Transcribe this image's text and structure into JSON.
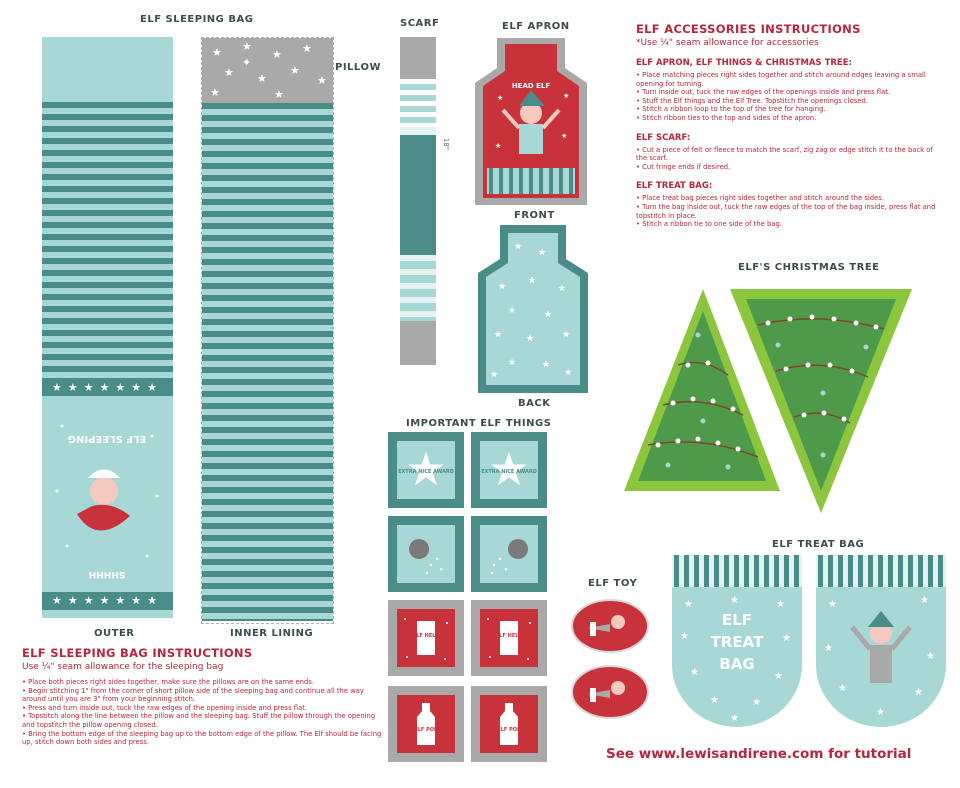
{
  "labels": {
    "sleeping_bag": "ELF SLEEPING BAG",
    "pillow": "PILLOW",
    "outer": "OUTER",
    "inner_lining": "INNER LINING",
    "scarf": "SCARF",
    "scarf_size": "18\"",
    "elf_apron": "ELF APRON",
    "front": "FRONT",
    "back": "BACK",
    "important_things": "IMPORTANT ELF THINGS",
    "christmas_tree": "ELF'S CHRISTMAS TREE",
    "treat_bag": "ELF TREAT BAG",
    "elf_toy": "ELF TOY"
  },
  "artwork_text": {
    "head_elf": "HEAD ELF",
    "elf_sleeping": "ELF SLEEPING",
    "shhh": "SHHHH",
    "award": "EXTRA NICE AWARD",
    "elf_help": "ELF HELP",
    "elf_pop": "ELF POP",
    "treat_line1": "ELF",
    "treat_line2": "TREAT",
    "treat_line3": "BAG"
  },
  "sleeping_instructions": {
    "title": "ELF SLEEPING BAG INSTRUCTIONS",
    "subtitle": "Use ¼\" seam allowance for the sleeping bag",
    "steps": [
      "Place both pieces right sides together, make sure the pillows are on the same ends.",
      "Begin stitching 1\" from the corner of short pillow side of the sleeping bag and continue all the way around until you are 3\" from your beginning stitch.",
      "Press and turn inside out, tuck the raw edges of the opening inside and press flat.",
      "Topstitch along the line between the pillow and the sleeping bag. Stuff the pillow through the opening and topstitch the pillow opening closed.",
      "Bring the bottom edge of the sleeping bag up to the bottom edge of the pillow. The Elf should be facing up, stitch down both sides and press."
    ]
  },
  "accessories_instructions": {
    "title": "ELF ACCESSORIES INSTRUCTIONS",
    "subtitle": "*Use ¼\" seam allowance for accessories",
    "sections": [
      {
        "heading": "ELF APRON, ELF THINGS & CHRISTMAS TREE:",
        "steps": [
          "Place matching pieces right sides together and stitch around edges leaving a small opening for turning.",
          "Turn inside out, tuck the raw edges of the openings inside and press flat.",
          "Stuff the Elf things and the Elf Tree. Topstitch the openings closed.",
          "Stitch a ribbon loop to the top of the tree for hanging.",
          "Stitch ribbon ties to the top and sides of the apron."
        ]
      },
      {
        "heading": "ELF SCARF:",
        "steps": [
          "Cut a piece of felt or fleece to match the scarf, zig zag or edge stitch it to the back of the scarf.",
          "Cut fringe ends if desired."
        ]
      },
      {
        "heading": "ELF TREAT BAG:",
        "steps": [
          "Place treat bag pieces right sides together and stitch around the sides.",
          "Turn the bag inside out, tuck the raw edges of the top of the bag inside, press flat and topstitch in place.",
          "Stitch a ribbon tie to one side of the bag."
        ]
      }
    ]
  },
  "footer": {
    "tutorial": "See www.lewisandirene.com for tutorial"
  },
  "colors": {
    "teal": "#4a8c88",
    "mint": "#a7d8d6",
    "grey": "#a9a9a9",
    "red": "#c8333b",
    "green": "#8cc63f",
    "accent_text": "#b5273b"
  }
}
